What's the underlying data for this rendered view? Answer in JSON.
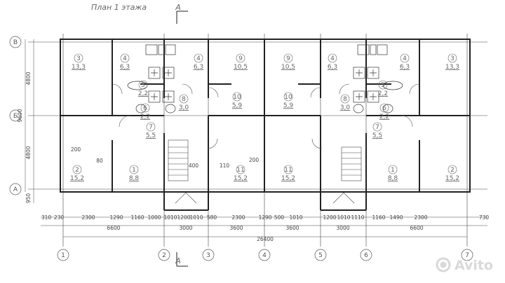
{
  "title": "План 1 этажа",
  "section_label": "А",
  "watermark": "Avito",
  "axes_rows": [
    "В",
    "Б",
    "А"
  ],
  "axes_cols": [
    "1",
    "2",
    "3",
    "4",
    "5",
    "6",
    "7"
  ],
  "vertical_dims": [
    "4800",
    "9600",
    "4800",
    "950"
  ],
  "rooms": [
    {
      "n": "3",
      "a": "13,3"
    },
    {
      "n": "4",
      "a": "6,3"
    },
    {
      "n": "4",
      "a": "6,3"
    },
    {
      "n": "9",
      "a": "10,5"
    },
    {
      "n": "9",
      "a": "10,5"
    },
    {
      "n": "4",
      "a": "6,3"
    },
    {
      "n": "4",
      "a": "6,3"
    },
    {
      "n": "3",
      "a": "13,3"
    },
    {
      "n": "5",
      "a": "2,2"
    },
    {
      "n": "5",
      "a": "2,2"
    },
    {
      "n": "6",
      "a": "2,2"
    },
    {
      "n": "8",
      "a": "3,0"
    },
    {
      "n": "10",
      "a": "5,9"
    },
    {
      "n": "10",
      "a": "5,9"
    },
    {
      "n": "8",
      "a": "3,0"
    },
    {
      "n": "6",
      "a": "2,2"
    },
    {
      "n": "7",
      "a": "5,5"
    },
    {
      "n": "7",
      "a": "5,5"
    },
    {
      "n": "2",
      "a": "15,2"
    },
    {
      "n": "1",
      "a": "8,8"
    },
    {
      "n": "11",
      "a": "15,2"
    },
    {
      "n": "11",
      "a": "15,2"
    },
    {
      "n": "1",
      "a": "8,8"
    },
    {
      "n": "2",
      "a": "15,2"
    }
  ],
  "inner_dims": [
    "200",
    "80",
    "400",
    "110",
    "200"
  ],
  "dim_chain_1": [
    "310",
    "230",
    "2300",
    "1290",
    "1160",
    "1000",
    "1010",
    "1200",
    "1010",
    "580",
    "2300",
    "1290",
    "500",
    "1010",
    "1200",
    "1010",
    "1110",
    "1160",
    "1490",
    "2300",
    "730"
  ],
  "dim_chain_2": [
    "6600",
    "3000",
    "3600",
    "3600",
    "3000",
    "6600"
  ],
  "dim_total": "26400"
}
